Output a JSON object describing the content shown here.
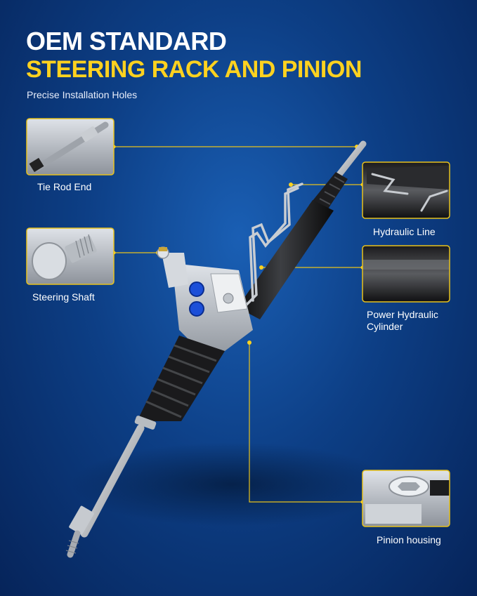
{
  "header": {
    "line1": "OEM STANDARD",
    "line2": "STEERING RACK AND PINION",
    "subtitle": "Precise Installation Holes"
  },
  "callouts": {
    "tie_rod_end": "Tie Rod End",
    "steering_shaft": "Steering Shaft",
    "hydraulic_line": "Hydraulic Line",
    "power_cylinder": "Power Hydraulic Cylinder",
    "pinion_housing": "Pinion housing"
  },
  "colors": {
    "accent": "#ffd21f",
    "background": "#0d3f86"
  }
}
